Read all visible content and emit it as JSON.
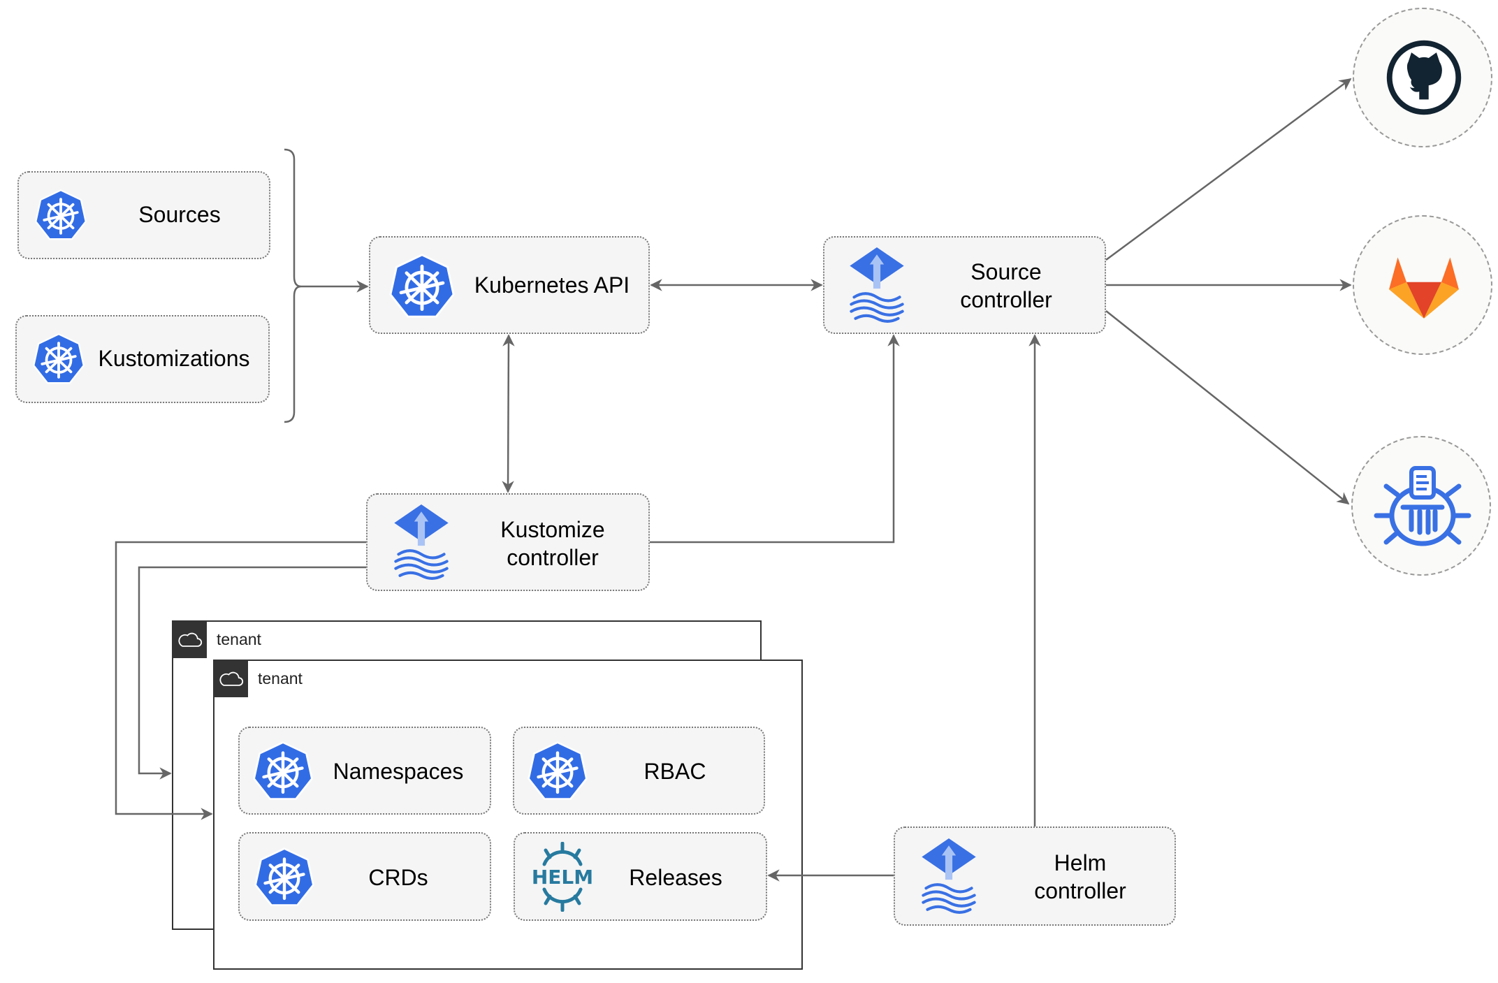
{
  "nodes": {
    "sources": "Sources",
    "kustomizations": "Kustomizations",
    "kubernetes_api": "Kubernetes API",
    "source_controller": [
      "Source",
      "controller"
    ],
    "kustomize_controller": [
      "Kustomize",
      "controller"
    ],
    "helm_controller": [
      "Helm",
      "controller"
    ],
    "namespaces": "Namespaces",
    "rbac": "RBAC",
    "crds": "CRDs",
    "releases": "Releases"
  },
  "tenants": [
    "tenant",
    "tenant"
  ],
  "external_sources": [
    {
      "name": "github",
      "icon": "github-icon",
      "color": "#122331"
    },
    {
      "name": "gitlab",
      "icon": "gitlab-icon",
      "color": "#E24329"
    },
    {
      "name": "bucket",
      "icon": "bucket-icon",
      "color": "#3970E4"
    }
  ],
  "helm_logo_text": "HELM",
  "colors": {
    "kubernetes": "#326CE5",
    "flux": "#3970E4",
    "helm": "#277A9F",
    "line": "#666666",
    "tenant": "#333333"
  }
}
